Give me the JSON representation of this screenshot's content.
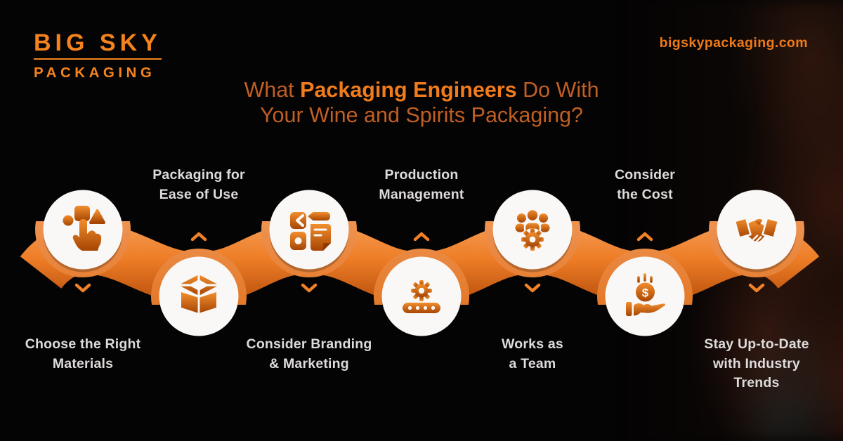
{
  "brand": {
    "line1": "BIG SKY",
    "line2": "PACKAGING",
    "website": "bigskypackaging.com"
  },
  "title": {
    "prefix": "What ",
    "highlight": "Packaging Engineers",
    "suffix": " Do With",
    "line2": "Your Wine and Spirits Packaging?"
  },
  "colors": {
    "accent_orange": "#F07C1C",
    "title_secondary_orange": "#C05F24",
    "logo_orange": "#F5831D",
    "ribbon_light": "#F49C54",
    "ribbon_mid": "#EE7D26",
    "ribbon_dark": "#B54E0C",
    "circle_fill": "#F9F8F6",
    "label_text": "#DEDCDB",
    "background": "#050404"
  },
  "steps": [
    {
      "id": 1,
      "icon": "tap-select-icon",
      "position": "top",
      "lines": [
        "Choose the Right",
        "Materials"
      ]
    },
    {
      "id": 2,
      "icon": "open-box-icon",
      "position": "bottom",
      "lines": [
        "Packaging for",
        "Ease of Use"
      ]
    },
    {
      "id": 3,
      "icon": "branding-document-icon",
      "position": "top",
      "lines": [
        "Consider Branding",
        "& Marketing"
      ]
    },
    {
      "id": 4,
      "icon": "production-gear-icon",
      "position": "bottom",
      "lines": [
        "Production",
        "Management"
      ]
    },
    {
      "id": 5,
      "icon": "team-gear-icon",
      "position": "top",
      "lines": [
        "Works as",
        "a Team"
      ]
    },
    {
      "id": 6,
      "icon": "hand-coin-icon",
      "position": "bottom",
      "lines": [
        "Consider",
        "the Cost"
      ],
      "coin_symbol": "$"
    },
    {
      "id": 7,
      "icon": "handshake-icon",
      "position": "top",
      "lines": [
        "Stay Up-to-Date",
        "with Industry",
        "Trends"
      ]
    }
  ]
}
